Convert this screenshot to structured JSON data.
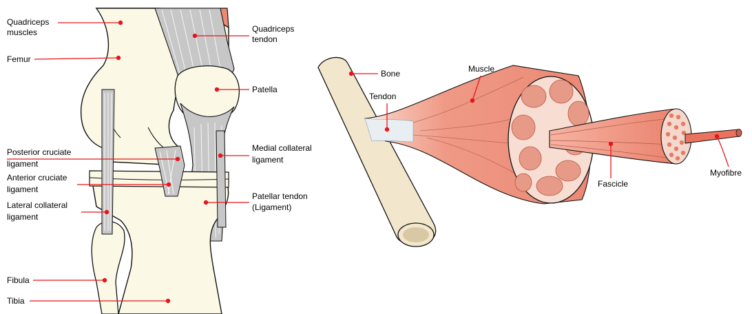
{
  "colors": {
    "bone": "#fbf9e6",
    "outline": "#111111",
    "muscle": "#ec8a76",
    "muscle_light": "#f3a897",
    "fascicle_fill": "#e9735e",
    "tendon": "#c7c7c7",
    "leader": "#e8141b",
    "shaft": "#f2e7cc"
  },
  "knee": {
    "quadriceps_muscles": [
      "Quadriceps",
      "muscles"
    ],
    "quadriceps_tendon": [
      "Quadriceps",
      "tendon"
    ],
    "femur": "Femur",
    "patella": "Patella",
    "posterior_cruciate": [
      "Posterior cruciate",
      "ligament"
    ],
    "medial_collateral": [
      "Medial collateral",
      "ligament"
    ],
    "anterior_cruciate": [
      "Anterior cruciate",
      "ligament"
    ],
    "patellar_tendon": [
      "Patellar tendon",
      "(Ligament)"
    ],
    "lateral_collateral": [
      "Lateral collateral",
      "ligament"
    ],
    "fibula": "Fibula",
    "tibia": "Tibia"
  },
  "muscle_diagram": {
    "bone": "Bone",
    "muscle": "Muscle",
    "tendon": "Tendon",
    "fascicle": "Fascicle",
    "myofibre": "Myofibre"
  }
}
